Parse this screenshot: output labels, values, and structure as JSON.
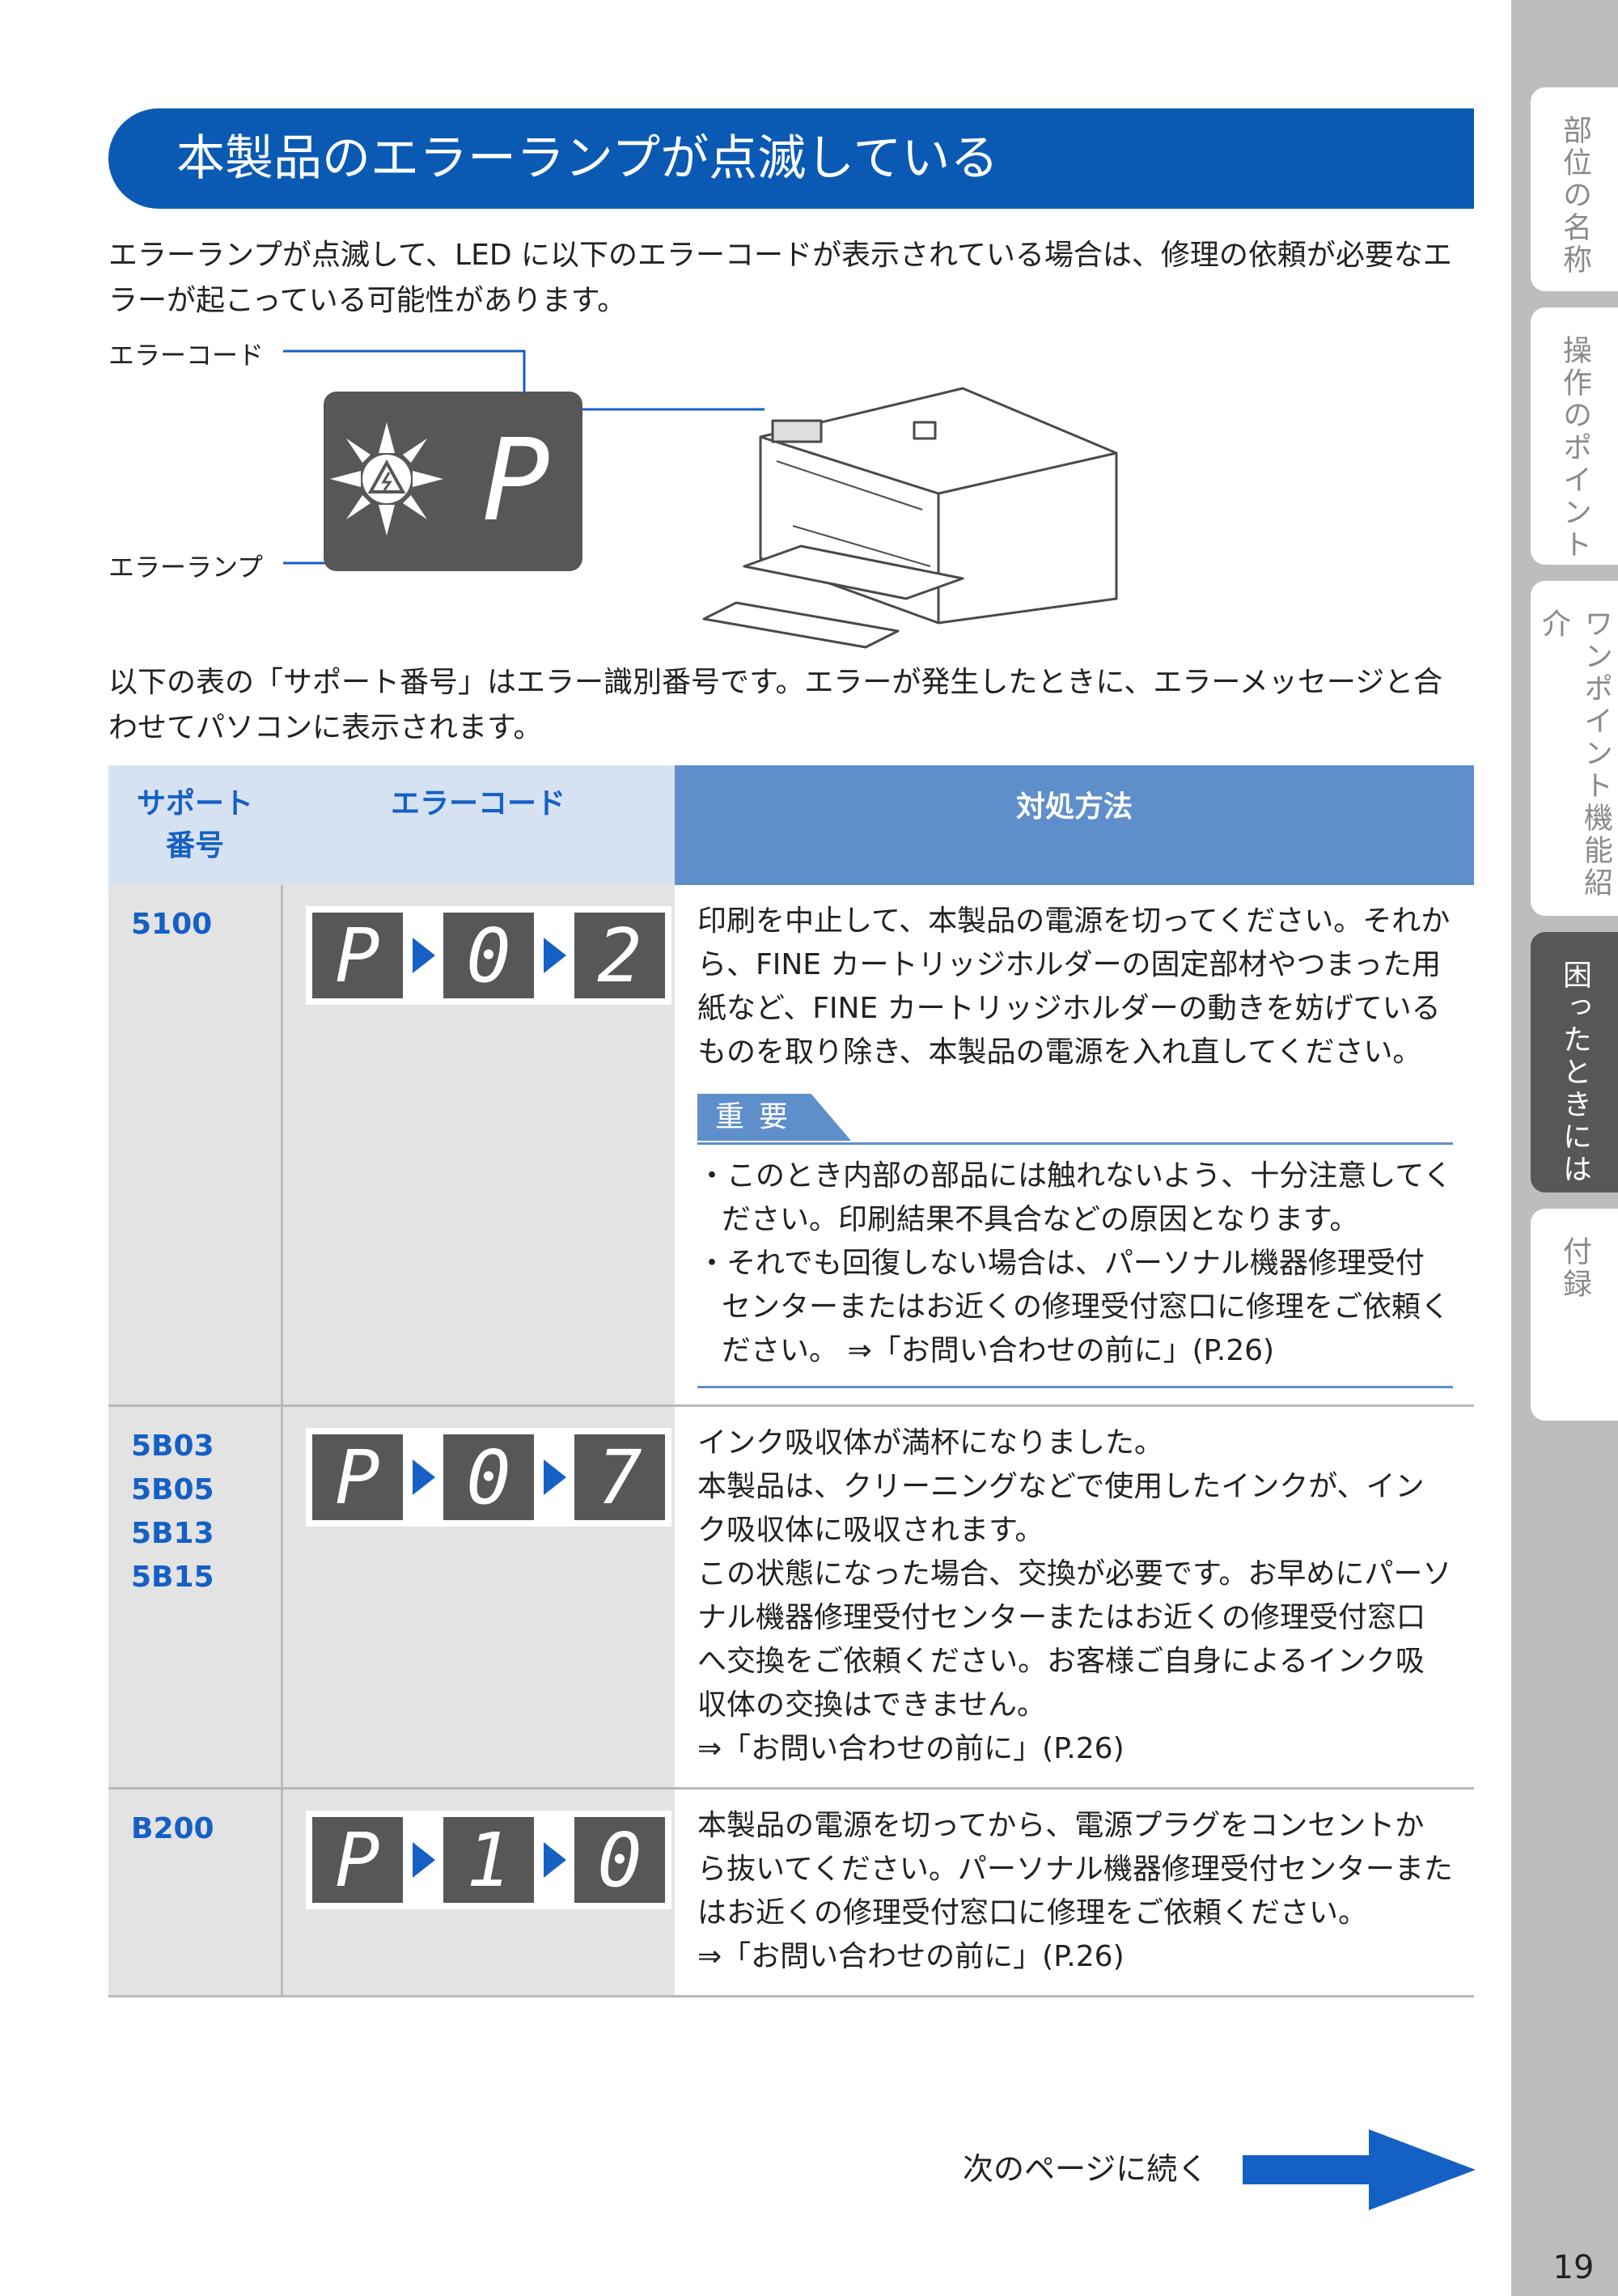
{
  "title": "本製品のエラーランプが点滅している",
  "intro": "エラーランプが点滅して、LED に以下のエラーコードが表示されている場合は、修理の依頼が必要なエラーが起こっている可能性があります。",
  "illustration": {
    "label_error_code": "エラーコード",
    "label_error_lamp": "エラーランプ",
    "led_char": "P"
  },
  "table_intro": "以下の表の「サポート番号」はエラー識別番号です。エラーが発生したときに、エラーメッセージと合わせてパソコンに表示されます。",
  "table": {
    "headers": [
      "サポート番号",
      "エラーコード",
      "対処方法"
    ],
    "rows": [
      {
        "support_numbers": "5100",
        "code": [
          "P",
          "0",
          "2"
        ],
        "text": "印刷を中止して、本製品の電源を切ってください。それから、FINE カートリッジホルダーの固定部材やつまった用紙など、FINE カートリッジホルダーの動きを妨げているものを取り除き、本製品の電源を入れ直してください。",
        "important": {
          "label": "重要",
          "bullets": [
            "このとき内部の部品には触れないよう、十分注意してください。印刷結果不具合などの原因となります。",
            "それでも回復しない場合は、パーソナル機器修理受付センターまたはお近くの修理受付窓口に修理をご依頼ください。 ⇒「お問い合わせの前に」(P.26)"
          ]
        }
      },
      {
        "support_numbers": "5B03\n5B05\n5B13\n5B15",
        "code": [
          "P",
          "0",
          "7"
        ],
        "text": "インク吸収体が満杯になりました。\n本製品は、クリーニングなどで使用したインクが、インク吸収体に吸収されます。\nこの状態になった場合、交換が必要です。お早めにパーソナル機器修理受付センターまたはお近くの修理受付窓口へ交換をご依頼ください。お客様ご自身によるインク吸収体の交換はできません。\n⇒「お問い合わせの前に」(P.26)"
      },
      {
        "support_numbers": "B200",
        "code": [
          "P",
          "1",
          "0"
        ],
        "text": "本製品の電源を切ってから、電源プラグをコンセントから抜いてください。パーソナル機器修理受付センターまたはお近くの修理受付窓口に修理をご依頼ください。\n⇒「お問い合わせの前に」(P.26)"
      }
    ]
  },
  "footer": {
    "continue_text": "次のページに続く"
  },
  "side_tabs": [
    "部位の名称",
    "操作のポイント",
    "ワンポイント機能紹介",
    "困ったときには",
    "付録"
  ],
  "active_tab": "困ったときには",
  "page_number": "19",
  "colors": {
    "title_blue": "#0a5ab4",
    "header_blue": "#5f8fca",
    "number_blue": "#1560c4",
    "tab_active": "#575757"
  }
}
